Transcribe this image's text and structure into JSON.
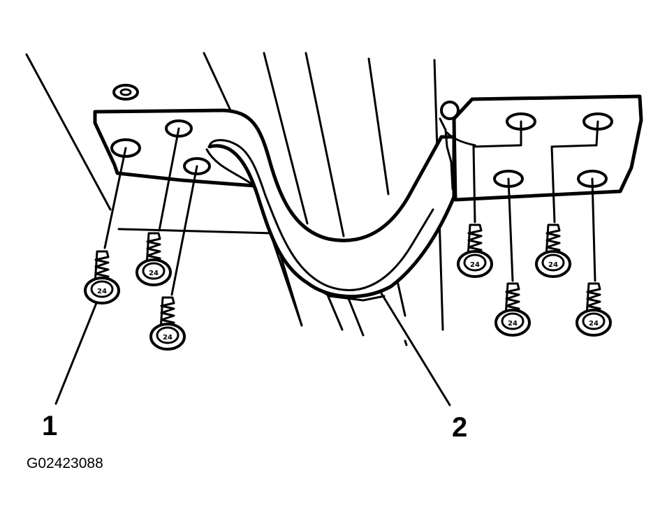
{
  "callouts": [
    {
      "number": "1"
    },
    {
      "number": "2"
    }
  ],
  "figure_code": "G02423088",
  "screw_marking": "24",
  "colors": {
    "line": "#000000",
    "background": "#ffffff"
  }
}
